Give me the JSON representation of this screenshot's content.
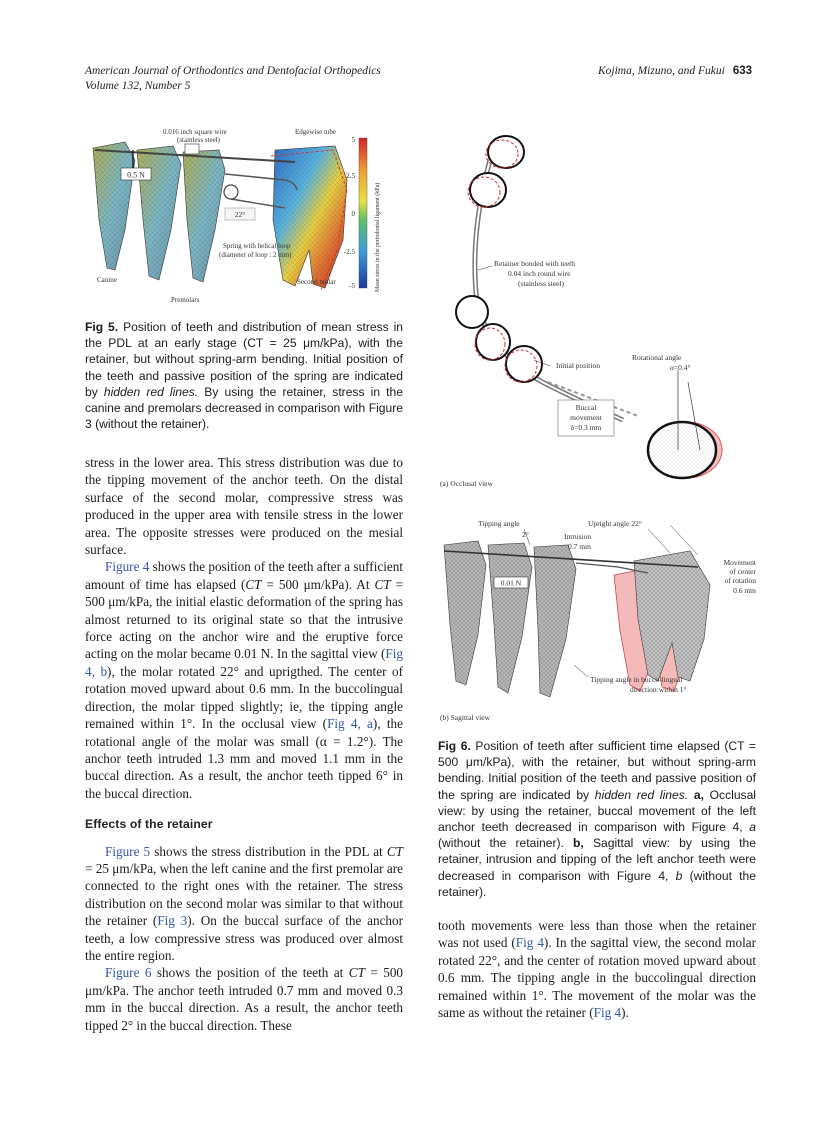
{
  "header": {
    "journal": "American Journal of Orthodontics and Dentofacial Orthopedics",
    "volume": "Volume 132, Number 5",
    "authors": "Kojima, Mizuno, and Fukui",
    "page": "633"
  },
  "fig5": {
    "labels": {
      "wire": "0.016 inch square wire",
      "wire2": "(stainless steel)",
      "tube": "Edgewise tube",
      "force": "0.5 N",
      "spring": "Spring with helical loop",
      "spring2": "(diameter of loop : 2 mm)",
      "canine": "Canine",
      "premolars": "Premolars",
      "molar": "Second molar",
      "angle": "22°",
      "scale_label": "Mean stress in the periodontal ligament (kPa)",
      "scale_ticks": [
        "5",
        "2.5",
        "0",
        "-2.5",
        "-5"
      ]
    },
    "caption_title": "Fig 5.",
    "caption_body": "Position of teeth and distribution of mean stress in the PDL at an early stage (CT = 25 μm/kPa), with the retainer, but without spring-arm bending. Initial position of the teeth and passive position of the spring are indicated by ",
    "caption_italic": "hidden red lines.",
    "caption_tail": " By using the retainer, stress in the canine and premolars decreased in comparison with Figure 3 (without the retainer)."
  },
  "fig6": {
    "a": {
      "retainer": "Retainer bonded with teeth",
      "retainer2": "0.04 inch round wire",
      "retainer3": "(stainless steel)",
      "initial": "Initial position",
      "rot": "Rotational angle",
      "rot2": "α=0.4°",
      "buccal": "Buccal",
      "buccal2": "movement",
      "buccal3": "δ=0.3 mm",
      "view": "(a) Occlusal view"
    },
    "b": {
      "tipping": "Tipping angle",
      "tipping_val": "2°",
      "upright": "Upright angle 22°",
      "intrusion": "Intrusion",
      "intrusion_val": "0.7 mm",
      "force": "0.01 N",
      "movement": "Movement",
      "movement2": "of center",
      "movement3": "of rotation",
      "movement4": "0.6 mm",
      "tip_bl": "Tipping angle in bucco-lingual",
      "tip_bl2": "direction:within 1°",
      "view": "(b) Sagittal view"
    },
    "caption_title": "Fig 6.",
    "caption_p1": "Position of teeth after sufficient time elapsed (CT = 500 μm/kPa), with the retainer, but without spring-arm bending. Initial position of the teeth and passive position of the spring are indicated by ",
    "caption_p1_italic": "hidden red lines.",
    "caption_a_label": "a,",
    "caption_a": "Occlusal view: by using the retainer, buccal movement of the left anchor teeth decreased in comparison with Figure 4, ",
    "caption_a_it": "a",
    "caption_a_tail": " (without the retainer).",
    "caption_b_label": "b,",
    "caption_b": "Sagittal view: by using the retainer, intrusion and tipping of the left anchor teeth were decreased in comparison with Figure 4, ",
    "caption_b_it": "b",
    "caption_b_tail": " (without the retainer)."
  },
  "left_text": {
    "p1": "stress in the lower area. This stress distribution was due to the tipping movement of the anchor teeth. On the distal surface of the second molar, compressive stress was produced in the upper area with tensile stress in the lower area. The opposite stresses were produced on the mesial surface.",
    "p2_link1": "Figure 4",
    "p2_a": " shows the position of the teeth after a sufficient amount of time has elapsed (",
    "p2_ct1": "CT",
    "p2_b": " = 500 μm/kPa). At ",
    "p2_ct2": "CT",
    "p2_c": " = 500 μm/kPa, the initial elastic deformation of the spring has almost returned to its original state so that the intrusive force acting on the anchor wire and the eruptive force acting on the molar became 0.01 N. In the sagittal view (",
    "p2_link2": "Fig 4, b",
    "p2_d": "), the molar rotated 22° and uprigthed. The center of rotation moved upward about 0.6 mm. In the buccolingual direction, the molar tipped slightly; ie, the tipping angle remained within 1°. In the occlusal view (",
    "p2_link3": "Fig 4, a",
    "p2_e": "), the rotational angle of the molar was small (α = 1.2°). The anchor teeth intruded 1.3 mm and moved 1.1 mm in the buccal direction. As a result, the anchor teeth tipped 6° in the buccal direction.",
    "heading": "Effects of the retainer",
    "p3_link": "Figure 5",
    "p3_a": " shows the stress distribution in the PDL at ",
    "p3_ct": "CT",
    "p3_b": " = 25 μm/kPa, when the left canine and the first premolar are connected to the right ones with the retainer. The stress distribution on the second molar was similar to that without the retainer (",
    "p3_link2": "Fig 3",
    "p3_c": "). On the buccal surface of the anchor teeth, a low compressive stress was produced over almost the entire region.",
    "p4_link": "Figure 6",
    "p4_a": " shows the position of the teeth at ",
    "p4_ct": "CT",
    "p4_b": " = 500 μm/kPa. The anchor teeth intruded 0.7 mm and moved 0.3 mm in the buccal direction. As a result, the anchor teeth tipped 2° in the buccal direction. These"
  },
  "right_text": {
    "p1_a": "tooth movements were less than those when the retainer was not used (",
    "p1_link": "Fig 4",
    "p1_b": "). In the sagittal view, the second molar rotated 22°, and the center of rotation moved upward about 0.6 mm. The tipping angle in the buccolingual direction remained within 1°. The movement of the molar was the same as without the retainer (",
    "p1_link2": "Fig 4",
    "p1_c": ")."
  }
}
